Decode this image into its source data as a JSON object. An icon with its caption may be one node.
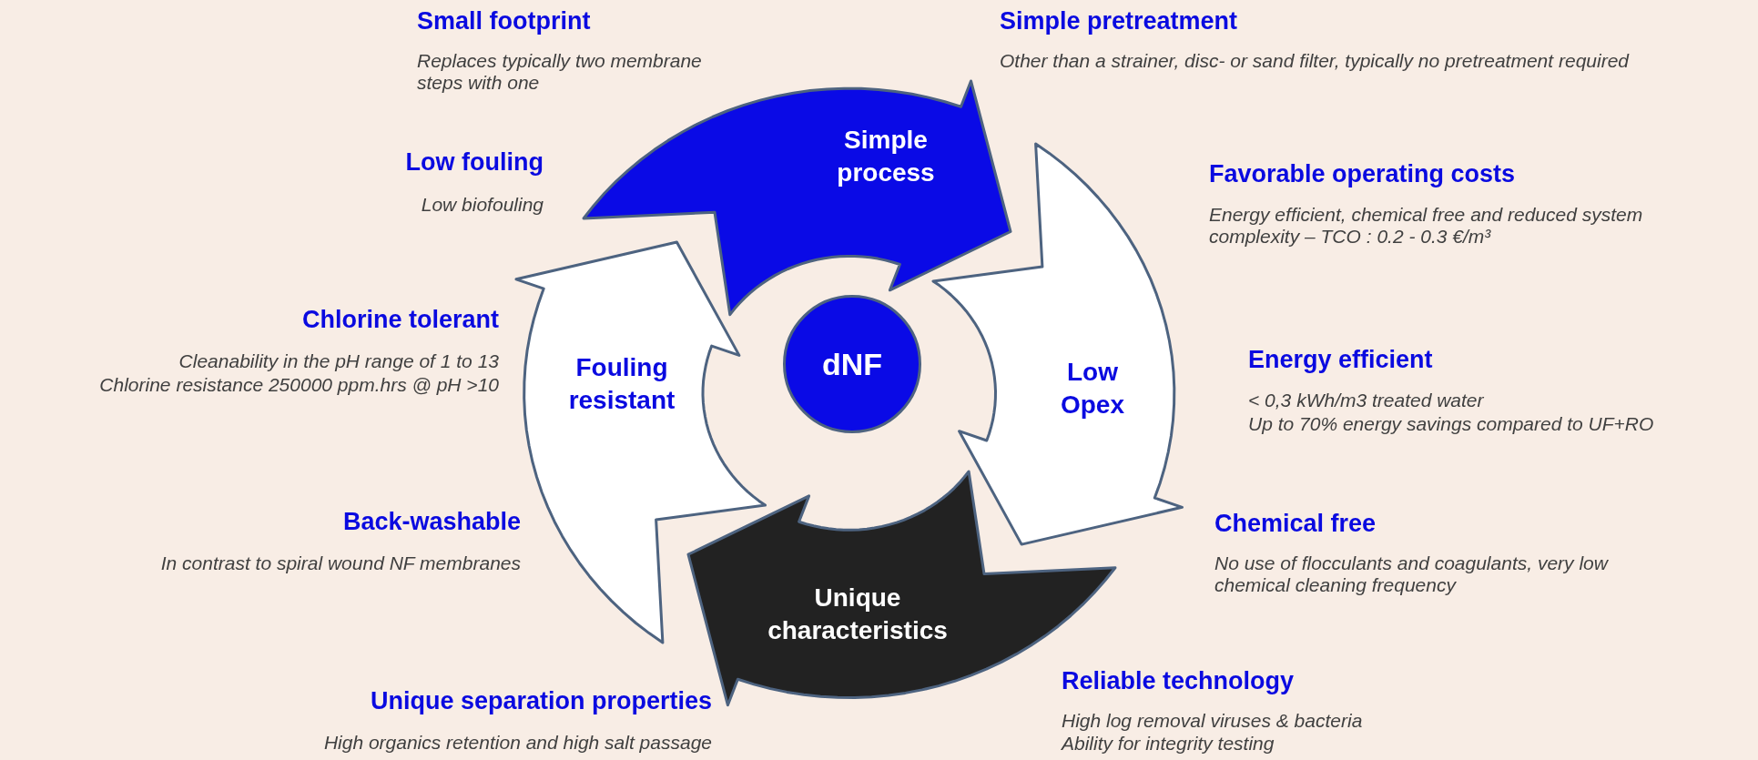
{
  "diagram": {
    "nodes": [
      {
        "text": [
          "Simple process"
        ]
      },
      {
        "text": [
          "Low Opex"
        ]
      },
      {
        "text": [
          "Unique characteristics"
        ]
      },
      {
        "text": [
          "Fouling resistant"
        ]
      },
      {
        "text": [
          "dNF"
        ]
      }
    ],
    "labels": [
      "Small footprint",
      "Replaces typically two membrane steps with one",
      "Simple pretreatment",
      "Other than a strainer, disc- or sand filter, typically no pretreatment required",
      "Low fouling",
      "Low biofouling",
      "Favorable operating costs",
      "Energy efficient, chemical free and reduced system complexity – TCO : 0.2 - 0.3 €/m³",
      "Chlorine tolerant",
      "Cleanability in the pH range of 1 to 13",
      "Chlorine resistance 250000 ppm.hrs @ pH >10",
      "Energy efficient",
      "< 0,3 kWh/m3 treated water",
      "Up to 70% energy savings compared to UF+RO",
      "Back-washable",
      "In contrast to spiral wound NF membranes",
      "Chemical free",
      "No use of flocculants and coagulants, very low chemical cleaning frequency",
      "Reliable technology",
      "High log removal viruses & bacteria",
      "Ability for integrity testing",
      "Unique separation properties",
      "High organics retention and high salt passage"
    ]
  }
}
